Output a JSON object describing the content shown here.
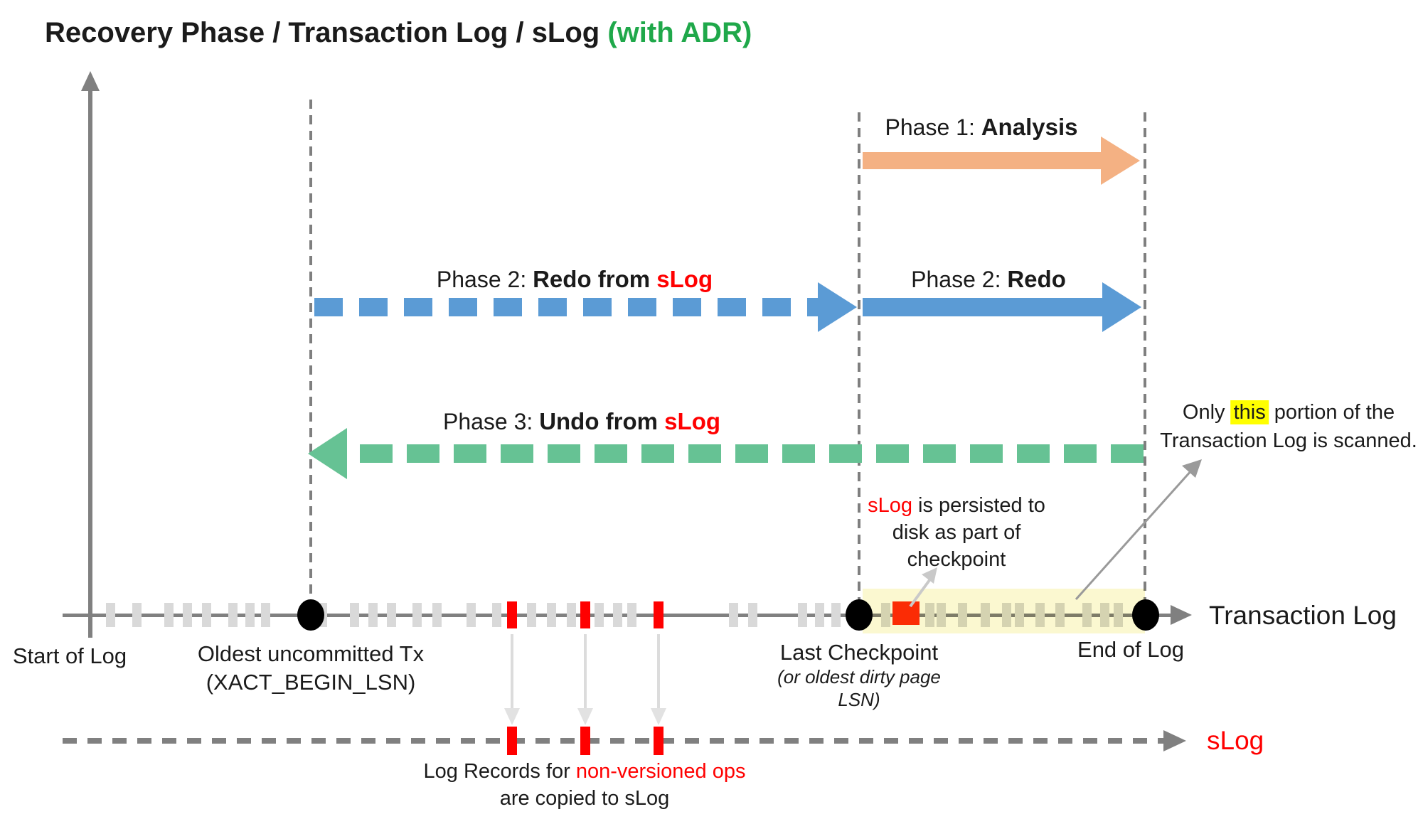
{
  "title": {
    "main": "Recovery Phase / Transaction Log / sLog ",
    "suffix": "(with ADR)"
  },
  "colors": {
    "orange": "#F4B183",
    "blue": "#5B9BD5",
    "green": "#66C294",
    "title-green": "#1FA84A",
    "red": "#FF0000",
    "red-square": "#FF2D05",
    "gray-line": "#808080",
    "tick-gray": "#D9D9D9",
    "dashed-gray": "#7F7F7F",
    "light-arrow": "#DCDCDC",
    "mid-arrow": "#9A9A9A",
    "yellow-band": "#FBF8D0",
    "highlight": "#FFFF00"
  },
  "phases": {
    "p1": {
      "prefix": "Phase 1: ",
      "bold": "Analysis"
    },
    "p2_slog": {
      "prefix": "Phase 2: ",
      "bold": "Redo from ",
      "red": "sLog"
    },
    "p2": {
      "prefix": "Phase 2: ",
      "bold": "Redo"
    },
    "p3": {
      "prefix": "Phase 3: ",
      "bold": "Undo from ",
      "red": "sLog"
    }
  },
  "annotations": {
    "persisted": {
      "red": "sLog",
      "line1": " is persisted to",
      "line2": "disk as part of",
      "line3": "checkpoint"
    },
    "scanned": {
      "pre": "Only ",
      "highlight": "this",
      "post": " portion of the",
      "line2": "Transaction Log is scanned."
    },
    "copied": {
      "black": "Log Records for ",
      "red": "non-versioned ops",
      "line2": "are copied to sLog"
    }
  },
  "timeline": {
    "axis_label": "Transaction Log",
    "start_label": "Start of Log",
    "oldest_label1": "Oldest uncommitted Tx",
    "oldest_label2": "(XACT_BEGIN_LSN)",
    "checkpoint_label1": "Last Checkpoint",
    "checkpoint_label2": "(or oldest dirty page",
    "checkpoint_label3": "LSN)",
    "end_label": "End of Log",
    "gray_ticks": [
      155,
      192,
      237,
      263,
      290,
      327,
      351,
      373,
      453,
      498,
      524,
      550,
      586,
      614,
      662,
      698,
      747,
      775,
      803,
      842,
      868,
      888,
      1031,
      1058,
      1128,
      1152,
      1175,
      1245,
      1307,
      1323,
      1353,
      1385,
      1415,
      1433,
      1462,
      1490,
      1528,
      1553,
      1572
    ],
    "red_ticks": [
      720,
      823,
      926
    ]
  },
  "slog": {
    "label": "sLog",
    "red_ticks": [
      720,
      823,
      926
    ]
  }
}
